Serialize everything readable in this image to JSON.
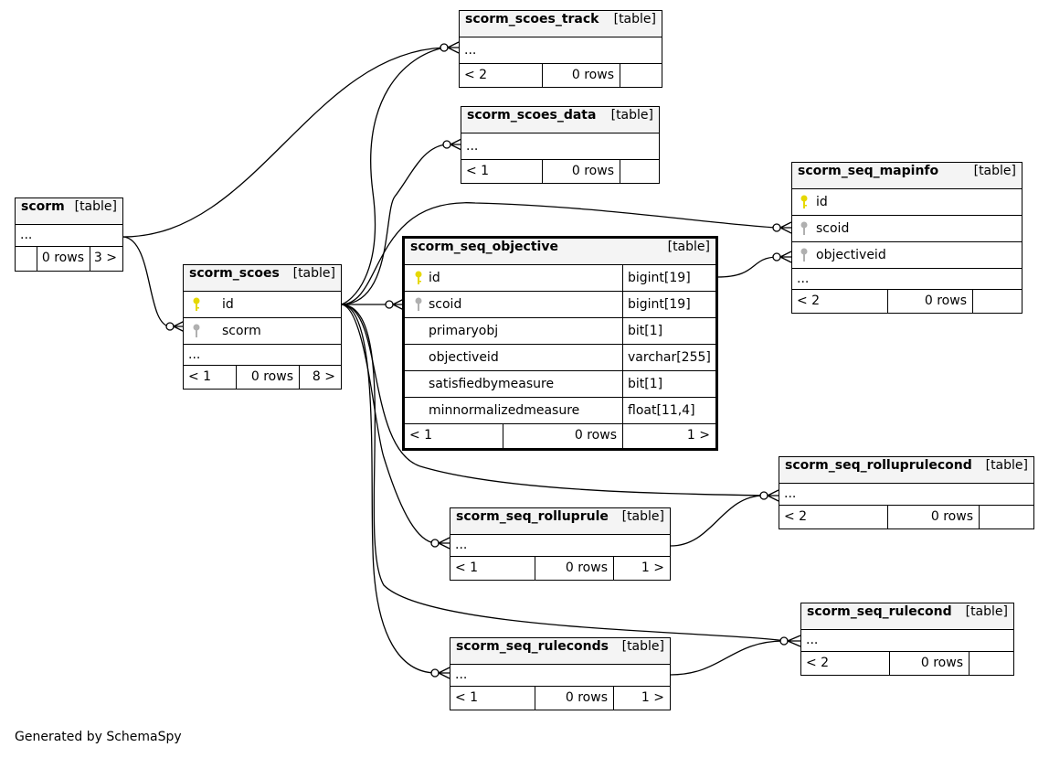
{
  "footer": "Generated by SchemaSpy",
  "colors": {
    "primary_key": "#e6d800",
    "foreign_key": "#b0b0b0"
  },
  "tables": {
    "scorm_scoes_track": {
      "name": "scorm_scoes_track",
      "tag": "[table]",
      "dots": "...",
      "parents": "< 2",
      "rows": "0 rows",
      "children": ""
    },
    "scorm_scoes_data": {
      "name": "scorm_scoes_data",
      "tag": "[table]",
      "dots": "...",
      "parents": "< 1",
      "rows": "0 rows",
      "children": ""
    },
    "scorm_seq_mapinfo": {
      "name": "scorm_seq_mapinfo",
      "tag": "[table]",
      "dots": "...",
      "parents": "< 2",
      "rows": "0 rows",
      "children": "",
      "columns": [
        "id",
        "scoid",
        "objectiveid"
      ]
    },
    "scorm": {
      "name": "scorm",
      "tag": "[table]",
      "dots": "...",
      "parents": "",
      "rows": "0 rows",
      "children": "3 >"
    },
    "scorm_scoes": {
      "name": "scorm_scoes",
      "tag": "[table]",
      "dots": "...",
      "parents": "< 1",
      "rows": "0 rows",
      "children": "8 >",
      "columns": [
        "id",
        "scorm"
      ]
    },
    "scorm_seq_objective": {
      "name": "scorm_seq_objective",
      "tag": "[table]",
      "parents": "< 1",
      "rows": "0 rows",
      "children": "1 >",
      "columns": [
        {
          "name": "id",
          "type": "bigint[19]"
        },
        {
          "name": "scoid",
          "type": "bigint[19]"
        },
        {
          "name": "primaryobj",
          "type": "bit[1]"
        },
        {
          "name": "objectiveid",
          "type": "varchar[255]"
        },
        {
          "name": "satisfiedbymeasure",
          "type": "bit[1]"
        },
        {
          "name": "minnormalizedmeasure",
          "type": "float[11,4]"
        }
      ]
    },
    "scorm_seq_rolluprulecond": {
      "name": "scorm_seq_rolluprulecond",
      "tag": "[table]",
      "dots": "...",
      "parents": "< 2",
      "rows": "0 rows",
      "children": ""
    },
    "scorm_seq_rolluprule": {
      "name": "scorm_seq_rolluprule",
      "tag": "[table]",
      "dots": "...",
      "parents": "< 1",
      "rows": "0 rows",
      "children": "1 >"
    },
    "scorm_seq_rulecond": {
      "name": "scorm_seq_rulecond",
      "tag": "[table]",
      "dots": "...",
      "parents": "< 2",
      "rows": "0 rows",
      "children": ""
    },
    "scorm_seq_ruleconds": {
      "name": "scorm_seq_ruleconds",
      "tag": "[table]",
      "dots": "...",
      "parents": "< 1",
      "rows": "0 rows",
      "children": "1 >"
    }
  }
}
